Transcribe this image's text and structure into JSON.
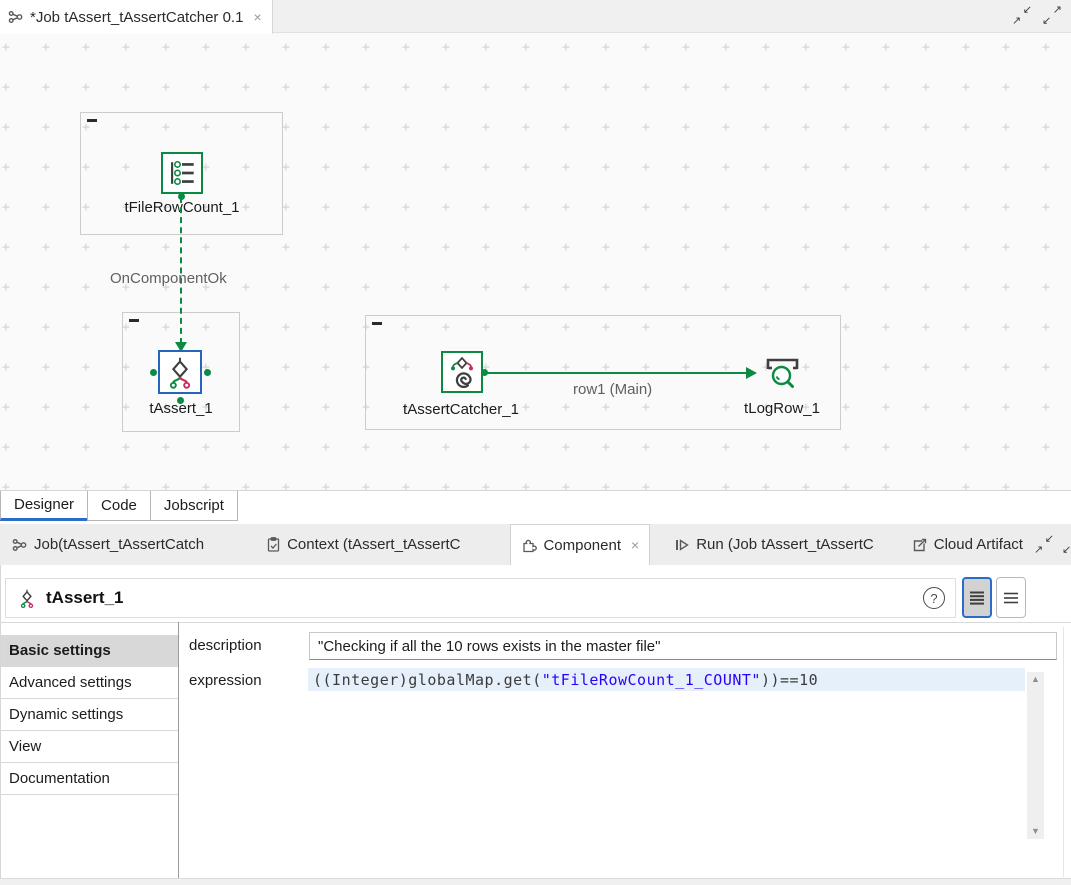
{
  "colors": {
    "accent_green": "#0b8a44",
    "selection_blue": "#2566b8",
    "branch_red": "#c52b5d",
    "tab_underline_blue": "#2a6cc8",
    "code_string_blue": "#2a00ff",
    "canvas_bg": "#fafafa",
    "bar_bg": "#ededed"
  },
  "icons": {
    "job-icon": "linked-nodes",
    "context-icon": "clipboard-check",
    "component-icon": "puzzle-piece",
    "run-icon": "play-bar",
    "cloud-artifact-icon": "box-export-arrow",
    "help-icon": "?",
    "list-view-dense-icon": "four-lines",
    "list-view-sparse-icon": "three-lines",
    "restore-icon": "arrows-inward",
    "maximize-icon": "arrows-outward",
    "close-icon": "×",
    "scroll-up-icon": "▲",
    "scroll-down-icon": "▼",
    "collapse-subjob-handle": "−"
  },
  "editor_tab": {
    "title": "*Job tAssert_tAssertCatcher 0.1",
    "close": "×"
  },
  "canvas": {
    "grid_mark": "+",
    "nodes": [
      {
        "label": "tFileRowCount_1"
      },
      {
        "label": "tAssert_1"
      },
      {
        "label": "tAssertCatcher_1"
      },
      {
        "label": "tLogRow_1"
      }
    ],
    "links": [
      {
        "type": "trigger",
        "label": "OnComponentOk"
      },
      {
        "type": "row",
        "label": "row1 (Main)"
      }
    ]
  },
  "perspective_tabs": [
    {
      "label": "Designer",
      "active": true
    },
    {
      "label": "Code",
      "active": false
    },
    {
      "label": "Jobscript",
      "active": false
    }
  ],
  "view_tabs": [
    {
      "label": "Job(tAssert_tAssertCatch",
      "active": false
    },
    {
      "label": "Context (tAssert_tAssertC",
      "active": false
    },
    {
      "label": "Component",
      "active": true,
      "close": "×"
    },
    {
      "label": "Run (Job tAssert_tAssertC",
      "active": false
    },
    {
      "label": "Cloud Artifact",
      "active": false
    }
  ],
  "component_panel": {
    "title": "tAssert_1",
    "help_label": "?",
    "sidebar": [
      {
        "label": "Basic settings",
        "active": true
      },
      {
        "label": "Advanced settings",
        "active": false
      },
      {
        "label": "Dynamic settings",
        "active": false
      },
      {
        "label": "View",
        "active": false
      },
      {
        "label": "Documentation",
        "active": false
      }
    ],
    "basic_settings": {
      "description_label": "description",
      "description_value": "\"Checking if all the 10 rows exists in the master file\"",
      "expression_label": "expression",
      "expression": {
        "code_prefix": "((Integer)globalMap.get(",
        "code_string": "\"tFileRowCount_1_COUNT\"",
        "code_suffix": "))==10"
      }
    },
    "scrollbar": {
      "up": "▲",
      "down": "▼"
    }
  }
}
